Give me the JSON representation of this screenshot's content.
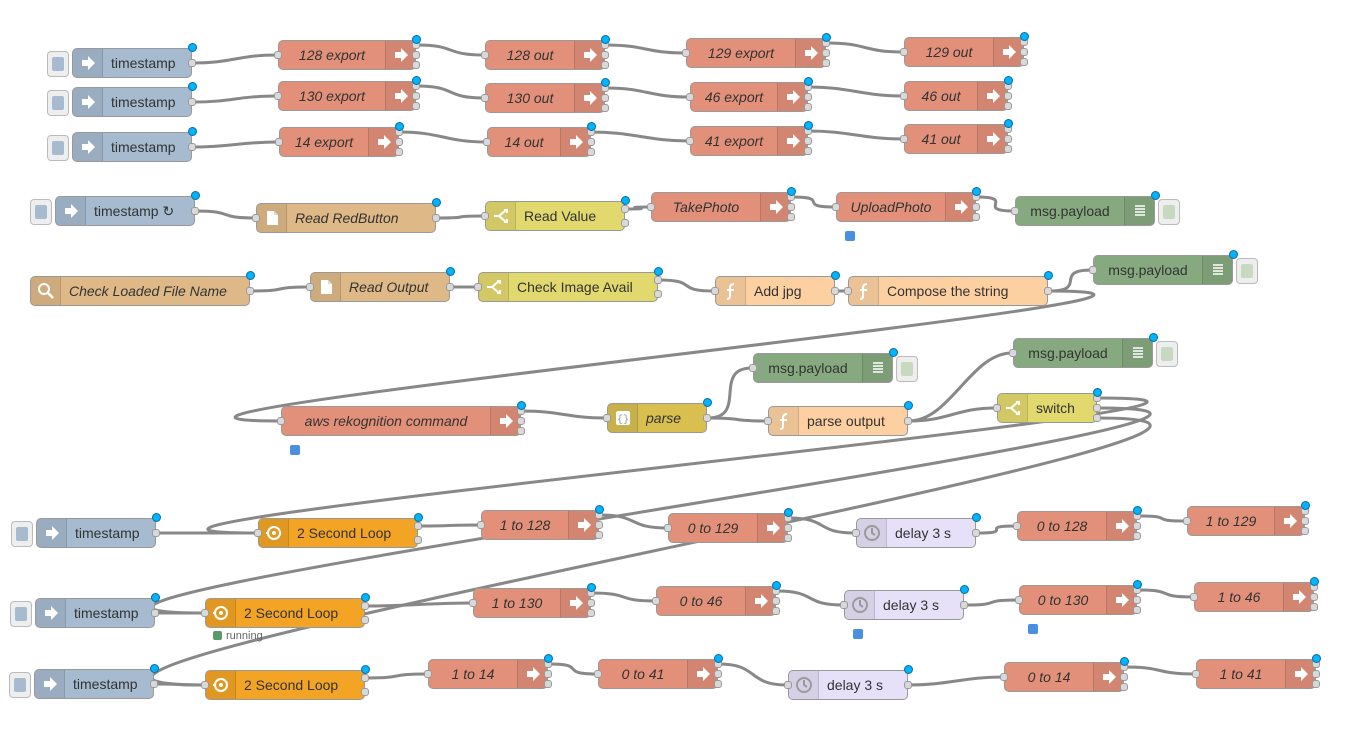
{
  "colors": {
    "inject": "#a6bbcf",
    "exec": "#e2907a",
    "function": "#fdd0a2",
    "switch": "#e2d96e",
    "debug": "#87a980",
    "file": "#deb887",
    "loop": "#f3a425",
    "delay": "#e6e0f8",
    "json": "#d8bf50"
  },
  "flows": [
    {
      "label": "timestamp",
      "type": "inject"
    },
    {
      "label": "128 export",
      "type": "exec"
    },
    {
      "label": "128 out",
      "type": "exec"
    },
    {
      "label": "129 export",
      "type": "exec"
    },
    {
      "label": "129 out",
      "type": "exec"
    },
    {
      "label": "timestamp",
      "type": "inject"
    },
    {
      "label": "130 export",
      "type": "exec"
    },
    {
      "label": "130 out",
      "type": "exec"
    },
    {
      "label": "46 export",
      "type": "exec"
    },
    {
      "label": "46 out",
      "type": "exec"
    },
    {
      "label": "timestamp",
      "type": "inject"
    },
    {
      "label": "14 export",
      "type": "exec"
    },
    {
      "label": "14 out",
      "type": "exec"
    },
    {
      "label": "41 export",
      "type": "exec"
    },
    {
      "label": "41 out",
      "type": "exec"
    },
    {
      "label": "timestamp ↻",
      "type": "inject"
    },
    {
      "label": "Read RedButton",
      "type": "file"
    },
    {
      "label": "Read Value",
      "type": "switch"
    },
    {
      "label": "TakePhoto",
      "type": "exec"
    },
    {
      "label": "UploadPhoto",
      "type": "exec"
    },
    {
      "label": "msg.payload",
      "type": "debug"
    },
    {
      "label": "Check Loaded File Name",
      "type": "file"
    },
    {
      "label": "Read Output",
      "type": "file"
    },
    {
      "label": "Check Image Avail",
      "type": "switch"
    },
    {
      "label": "Add jpg",
      "type": "function"
    },
    {
      "label": "Compose the string",
      "type": "function"
    },
    {
      "label": "msg.payload",
      "type": "debug"
    },
    {
      "label": "msg.payload",
      "type": "debug"
    },
    {
      "label": "msg.payload",
      "type": "debug"
    },
    {
      "label": "aws rekognition command",
      "type": "exec"
    },
    {
      "label": "parse",
      "type": "json"
    },
    {
      "label": "parse output",
      "type": "function"
    },
    {
      "label": "switch",
      "type": "switch"
    },
    {
      "label": "timestamp",
      "type": "inject"
    },
    {
      "label": "2 Second Loop",
      "type": "loop"
    },
    {
      "label": "1 to 128",
      "type": "exec"
    },
    {
      "label": "0 to 129",
      "type": "exec"
    },
    {
      "label": "delay 3 s",
      "type": "delay"
    },
    {
      "label": "0 to 128",
      "type": "exec"
    },
    {
      "label": "1 to 129",
      "type": "exec"
    },
    {
      "label": "timestamp",
      "type": "inject"
    },
    {
      "label": "2 Second Loop",
      "type": "loop"
    },
    {
      "label": "1 to 130",
      "type": "exec"
    },
    {
      "label": "0 to 46",
      "type": "exec"
    },
    {
      "label": "delay 3 s",
      "type": "delay"
    },
    {
      "label": "0 to 130",
      "type": "exec"
    },
    {
      "label": "1 to 46",
      "type": "exec"
    },
    {
      "label": "timestamp",
      "type": "inject"
    },
    {
      "label": "2 Second Loop",
      "type": "loop"
    },
    {
      "label": "1 to 14",
      "type": "exec"
    },
    {
      "label": "0 to 41",
      "type": "exec"
    },
    {
      "label": "delay 3 s",
      "type": "delay"
    },
    {
      "label": "0 to 14",
      "type": "exec"
    },
    {
      "label": "1 to 41",
      "type": "exec"
    }
  ],
  "status_running": "running"
}
